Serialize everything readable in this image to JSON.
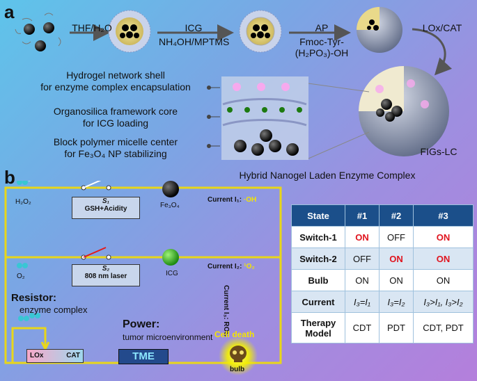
{
  "panel_a": {
    "label": "a",
    "steps": [
      "THF/H₂O",
      "ICG",
      "NH₄OH/MPTMS",
      "AP",
      "Fmoc-Tyr-",
      "(H₂PO₃)-OH",
      "LOx/CAT"
    ],
    "descriptions": [
      [
        "Hydrogel network shell",
        "for enzyme complex encapsulation"
      ],
      [
        "Organosilica framework core",
        "for ICG loading"
      ],
      [
        "Block polymer micelle center",
        "for Fe₃O₄ NP stabilizing"
      ]
    ],
    "product_label": "FIGs-LC",
    "caption": "Hybrid Nanogel Laden Enzyme Complex"
  },
  "panel_b": {
    "label": "b",
    "h2o2": "H₂O₂",
    "o2": "O₂",
    "switch1": {
      "name": "S₁",
      "desc": "GSH+Acidity"
    },
    "switch2": {
      "name": "S₂",
      "desc": "808 nm laser"
    },
    "fe3o4": "Fe₃O₄",
    "icg": "ICG",
    "current1": {
      "label": "Current I₁:",
      "species": "·OH"
    },
    "current2": {
      "label": "Current I₂:",
      "species": "¹O₂"
    },
    "current3": "Current I₃: ROS",
    "resistor_title": "Resistor:",
    "resistor_desc": "enzyme complex",
    "power_title": "Power:",
    "power_desc": "tumor microenvironment",
    "lox": "LOx",
    "cat": "CAT",
    "tme": "TME",
    "cell_death": "Cell death",
    "bulb": "bulb"
  },
  "table": {
    "headers": [
      "State",
      "#1",
      "#2",
      "#3"
    ],
    "rows": [
      {
        "label": "Switch-1",
        "cells": [
          "ON",
          "OFF",
          "ON"
        ]
      },
      {
        "label": "Switch-2",
        "cells": [
          "OFF",
          "ON",
          "ON"
        ]
      },
      {
        "label": "Bulb",
        "cells": [
          "ON",
          "ON",
          "ON"
        ]
      },
      {
        "label": "Current",
        "cells": [
          "I₃=I₁",
          "I₃=I₂",
          "I₃>I₁, I₃>I₂"
        ]
      },
      {
        "label": "Therapy Model",
        "cells": [
          "CDT",
          "PDT",
          "CDT, PDT"
        ]
      }
    ],
    "colors": {
      "on": "#e0141e",
      "header": "#1b4f8a",
      "row_a": "#ffffff",
      "row_b": "#d9e6f3"
    }
  }
}
